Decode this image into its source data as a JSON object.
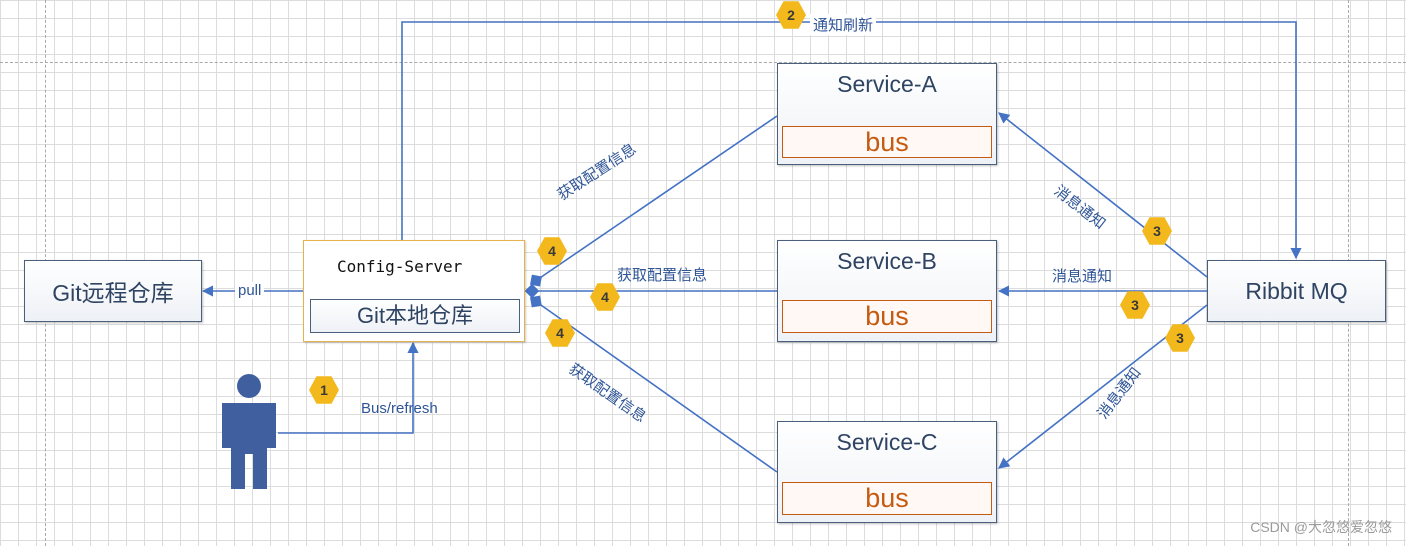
{
  "nodes": {
    "git_remote": "Git远程仓库",
    "config_server": "Config-Server",
    "git_local": "Git本地仓库",
    "service_a": "Service-A",
    "service_b": "Service-B",
    "service_c": "Service-C",
    "bus": "bus",
    "rabbit_mq": "Ribbit MQ"
  },
  "edges": {
    "pull": "pull",
    "bus_refresh": "Bus/refresh",
    "notify_refresh": "通知刷新",
    "fetch_config_a": "获取配置信息",
    "fetch_config_b": "获取配置信息",
    "fetch_config_c": "获取配置信息",
    "msg_notify_a": "消息通知",
    "msg_notify_b": "消息通知",
    "msg_notify_c": "消息通知"
  },
  "steps": {
    "s1": "1",
    "s2": "2",
    "s3a": "3",
    "s3b": "3",
    "s3c": "3",
    "s4a": "4",
    "s4b": "4",
    "s4c": "4"
  },
  "colors": {
    "line": "#4472c4",
    "box_border": "#4a5f7c",
    "bus_accent": "#c55a11",
    "badge": "#f2b81c",
    "config_border": "#e5b24e",
    "person": "#3f5f9f"
  },
  "watermark": "CSDN @大忽悠爱忽悠"
}
